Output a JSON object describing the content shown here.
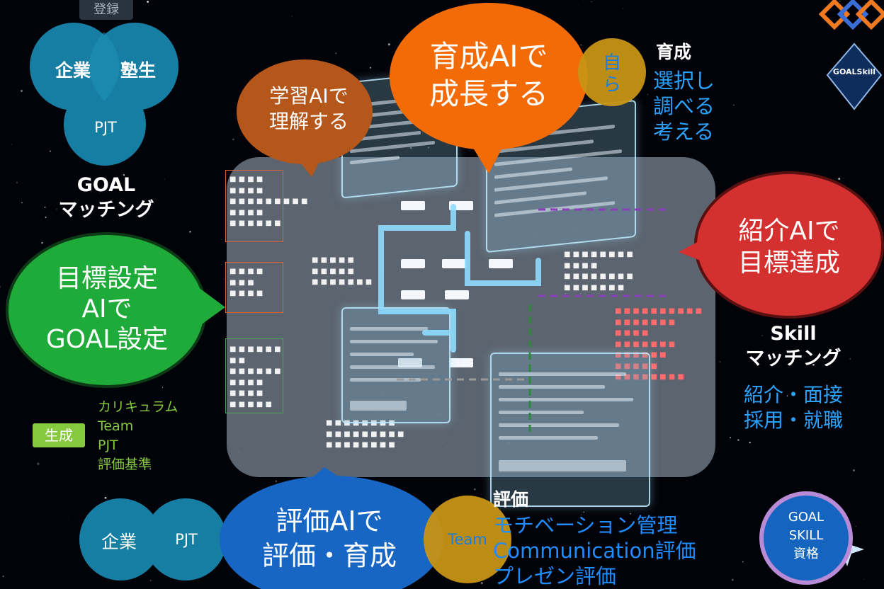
{
  "register_label": "登録",
  "venn_top": {
    "company": "企業",
    "juku": "塾生",
    "pjt": "PJT"
  },
  "goal_matching": {
    "line1": "GOAL",
    "line2": "マッチング"
  },
  "goal_bubble": {
    "line1": "目標設定",
    "line2": "AIで",
    "line3": "GOAL設定"
  },
  "generate": {
    "badge": "生成",
    "items": [
      "カリキュラム",
      "Team",
      "PJT",
      "評価基準"
    ]
  },
  "learn_bubble": {
    "line1": "学習AIで",
    "line2": "理解する"
  },
  "grow_bubble": {
    "line1": "育成AIで",
    "line2": "成長する"
  },
  "self_circle": {
    "line1": "自",
    "line2": "ら"
  },
  "ikusei": {
    "title": "育成",
    "items": [
      "選択し",
      "調べる",
      "考える"
    ]
  },
  "intro_bubble": {
    "line1": "紹介AIで",
    "line2": "目標達成"
  },
  "skill_matching": {
    "line1": "Skill",
    "line2": "マッチング",
    "items": [
      "紹介・面接",
      "採用・就職"
    ]
  },
  "venn_bottom": {
    "company": "企業",
    "pjt": "PJT"
  },
  "eval_bubble": {
    "line1": "評価AIで",
    "line2": "評価・育成"
  },
  "team_circle": "Team",
  "hyoka": {
    "title": "評価",
    "items": [
      "モチベーション管理",
      "Communication評価",
      "プレゼン評価"
    ]
  },
  "goal_skill_circle": {
    "line1": "GOAL",
    "line2": "SKILL",
    "line3": "資格"
  },
  "logo_text": "GOALSkill",
  "colors": {
    "teal_circle": "#177ea3",
    "green_bubble": "#1fab3a",
    "orange_bubble": "#f26b07",
    "brown_bubble": "#b5571a",
    "red_bubble": "#d3302f",
    "blue_bubble": "#1766c4",
    "gold_circle": "#c79415",
    "cyan_text": "#2aa3ff",
    "lime_text": "#86c93f"
  }
}
